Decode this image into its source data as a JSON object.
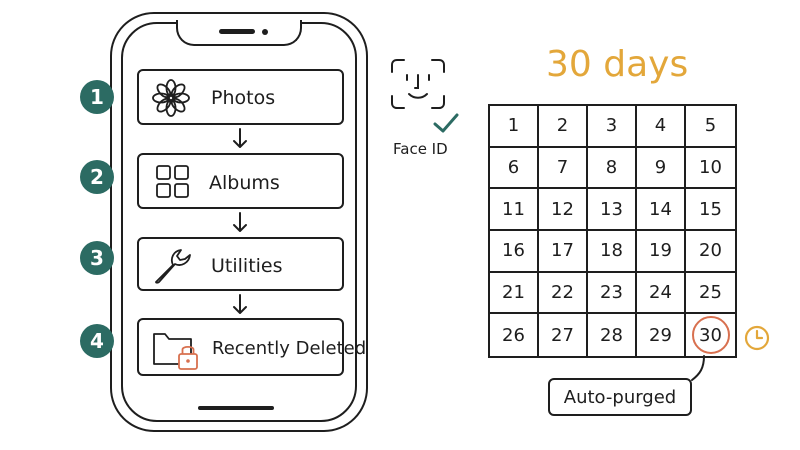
{
  "steps": [
    {
      "number": "1",
      "label": "Photos",
      "icon": "flower-icon"
    },
    {
      "number": "2",
      "label": "Albums",
      "icon": "grid-icon"
    },
    {
      "number": "3",
      "label": "Utilities",
      "icon": "wrench-icon"
    },
    {
      "number": "4",
      "label": "Recently Deleted",
      "icon": "locked-folder-icon"
    }
  ],
  "face_id": {
    "label": "Face ID",
    "icon": "face-id-icon",
    "check_icon": "checkmark-icon"
  },
  "calendar": {
    "title": "30 days",
    "days": [
      "1",
      "2",
      "3",
      "4",
      "5",
      "6",
      "7",
      "8",
      "9",
      "10",
      "11",
      "12",
      "13",
      "14",
      "15",
      "16",
      "17",
      "18",
      "19",
      "20",
      "21",
      "22",
      "23",
      "24",
      "25",
      "26",
      "27",
      "28",
      "29",
      "30"
    ],
    "highlighted_day": "30",
    "clock_icon": "clock-icon"
  },
  "purge": {
    "label": "Auto-purged"
  },
  "colors": {
    "step_badge": "#2c6b63",
    "title": "#e3a73a",
    "highlight": "#d8704f",
    "check": "#2c6b63",
    "outline": "#1e1e1e"
  }
}
